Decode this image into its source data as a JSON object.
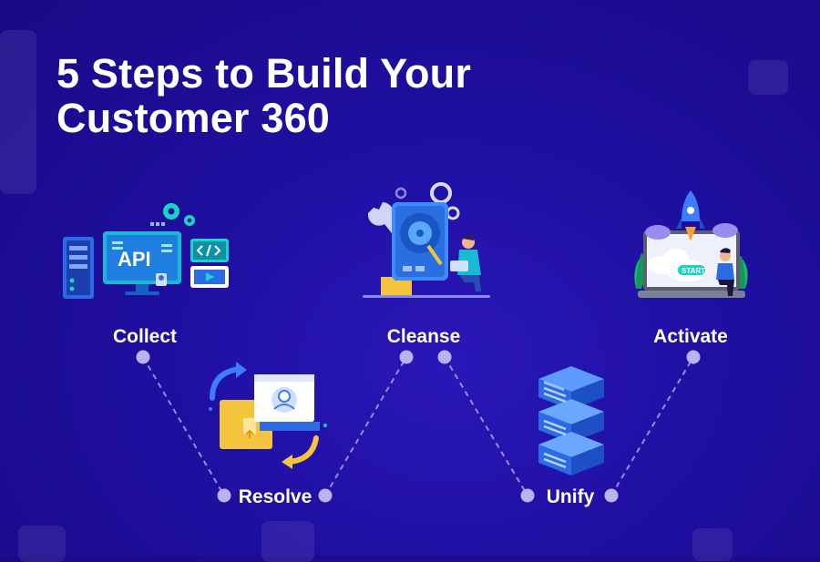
{
  "title": {
    "line1": "5 Steps to Build Your",
    "line2": "Customer 360"
  },
  "steps": [
    {
      "label": "Collect"
    },
    {
      "label": "Resolve"
    },
    {
      "label": "Cleanse"
    },
    {
      "label": "Unify"
    },
    {
      "label": "Activate"
    }
  ],
  "illustrations": {
    "collect_api_text": "API",
    "activate_start_text": "START"
  },
  "colors": {
    "background": "#1f0fa0",
    "accent_teal": "#19d3c5",
    "accent_blue": "#3d7bff",
    "accent_yellow": "#f5c43d",
    "node": "#b9b3f2"
  }
}
